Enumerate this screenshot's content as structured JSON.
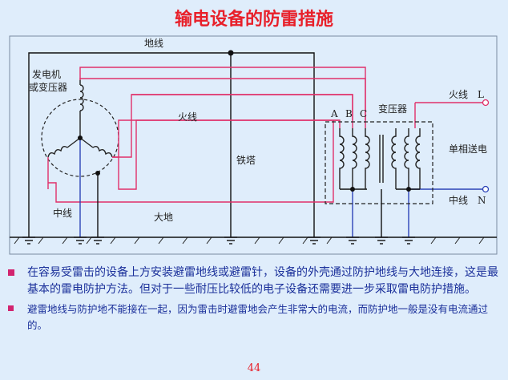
{
  "title": "输电设备的防雷措施",
  "diagram": {
    "label_ground_wire": "地线",
    "label_generator_line1": "发电机",
    "label_generator_line2": "或变压器",
    "label_fire_line_mid": "火线",
    "label_tower": "铁塔",
    "label_neutral": "中线",
    "label_earth": "大地",
    "label_transformer": "变压器",
    "label_a": "A",
    "label_b": "B",
    "label_c": "C",
    "label_fire_line_L": "火线　L",
    "label_single_phase": "单相送电",
    "label_neutral_N": "中线　N"
  },
  "colors": {
    "title": "#e8202a",
    "fire_line": "#e0306a",
    "neutral_line": "#2c44b8",
    "bullet_text": "#1a2f9a",
    "bullet_mark": "#d2246f",
    "background": "#dfedfb"
  },
  "bullets": [
    "在容易受雷击的设备上方安装避雷地线或避雷针，设备的外壳通过防护地线与大地连接，这是最基本的雷电防护方法。但对于一些耐压比较低的电子设备还需要进一步采取雷电防护措施。",
    "避雷地线与防护地不能接在一起，因为雷击时避雷地会产生非常大的电流，而防护地一般是没有电流通过的。"
  ],
  "page_number": "44"
}
